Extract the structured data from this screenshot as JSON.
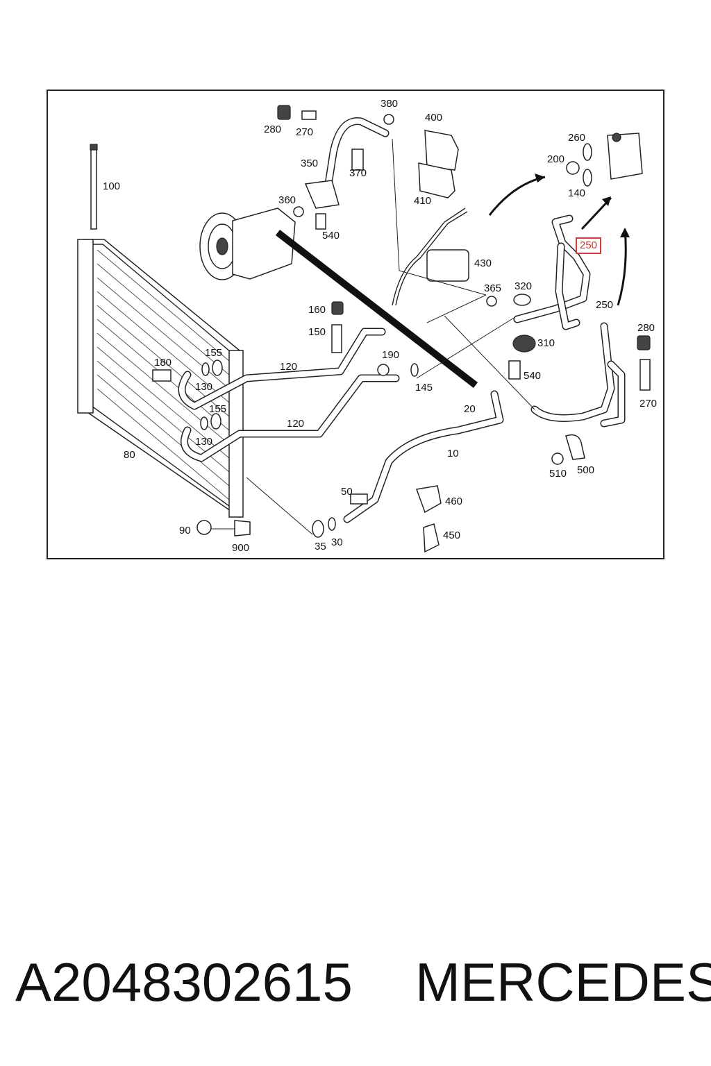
{
  "diagram": {
    "highlighted_label": "250",
    "labels": {
      "l100": "100",
      "l80": "80",
      "l90": "90",
      "l900": "900",
      "l280a": "280",
      "l270a": "270",
      "l380": "380",
      "l400": "400",
      "l350": "350",
      "l370": "370",
      "l360": "360",
      "l540a": "540",
      "l410": "410",
      "l260": "260",
      "l200": "200",
      "l140": "140",
      "l250a": "250",
      "l430": "430",
      "l365": "365",
      "l320": "320",
      "l250b": "250",
      "l160": "160",
      "l150": "150",
      "l310": "310",
      "l280b": "280",
      "l180": "180",
      "l155a": "155",
      "l120a": "120",
      "l190": "190",
      "l130a": "130",
      "l145": "145",
      "l540b": "540",
      "l270b": "270",
      "l155b": "155",
      "l120b": "120",
      "l20": "20",
      "l130b": "130",
      "l10": "10",
      "l510": "510",
      "l500": "500",
      "l50": "50",
      "l460": "460",
      "l450": "450",
      "l35": "35",
      "l30": "30"
    }
  },
  "footer": {
    "part_number": "A2048302615",
    "brand": "MERCEDES"
  }
}
